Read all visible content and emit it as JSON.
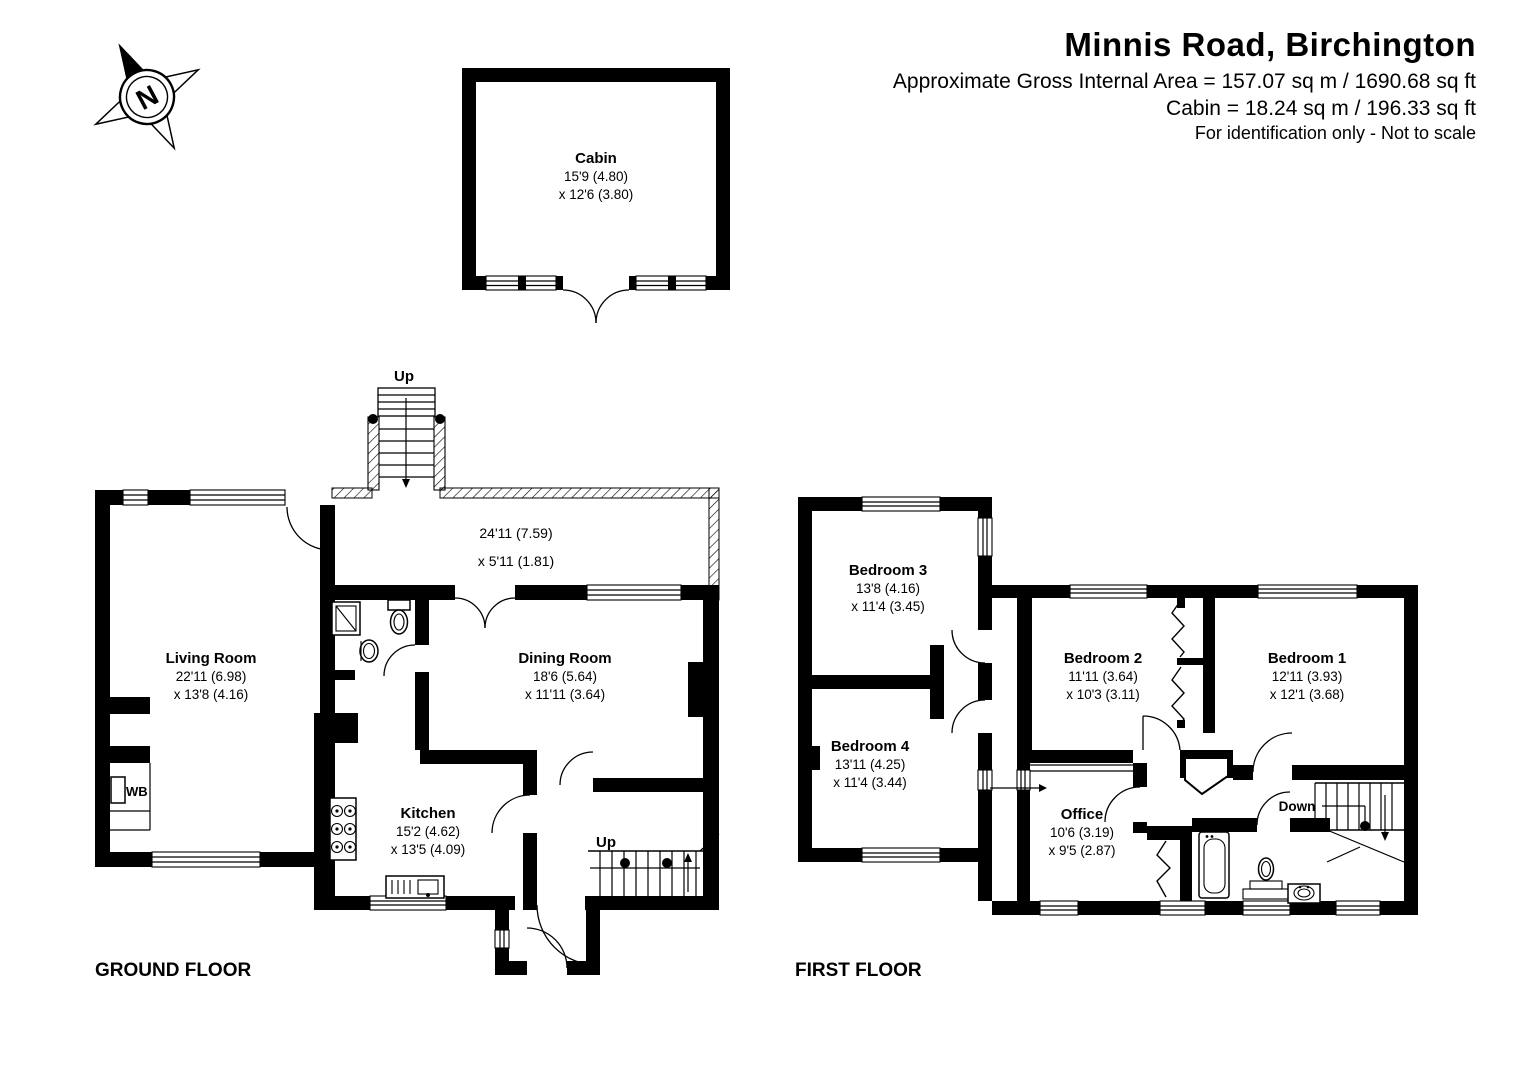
{
  "header": {
    "title": "Minnis Road, Birchington",
    "area_line": "Approximate Gross Internal Area = 157.07 sq m / 1690.68 sq ft",
    "cabin_area_line": "Cabin = 18.24 sq m / 196.33 sq ft",
    "disclaimer": "For identification only - Not to scale"
  },
  "compass": {
    "north_label": "N"
  },
  "cabin": {
    "name": "Cabin",
    "dim1": "15'9 (4.80)",
    "dim2": "x 12'6 (3.80)"
  },
  "ground_floor": {
    "label": "GROUND FLOOR",
    "hallway": {
      "dim1": "24'11 (7.59)",
      "dim2": "x 5'11 (1.81)"
    },
    "living_room": {
      "name": "Living Room",
      "dim1": "22'11 (6.98)",
      "dim2": "x 13'8 (4.16)"
    },
    "dining_room": {
      "name": "Dining Room",
      "dim1": "18'6 (5.64)",
      "dim2": "x 11'11 (3.64)"
    },
    "kitchen": {
      "name": "Kitchen",
      "dim1": "15'2 (4.62)",
      "dim2": "x 13'5 (4.09)"
    },
    "external_stairs_label": "Up",
    "stairs_label": "Up",
    "wood_burner_label": "WB"
  },
  "first_floor": {
    "label": "FIRST FLOOR",
    "bedroom1": {
      "name": "Bedroom 1",
      "dim1": "12'11 (3.93)",
      "dim2": "x 12'1 (3.68)"
    },
    "bedroom2": {
      "name": "Bedroom 2",
      "dim1": "11'11 (3.64)",
      "dim2": "x 10'3 (3.11)"
    },
    "bedroom3": {
      "name": "Bedroom 3",
      "dim1": "13'8 (4.16)",
      "dim2": "x 11'4 (3.45)"
    },
    "bedroom4": {
      "name": "Bedroom 4",
      "dim1": "13'11 (4.25)",
      "dim2": "x 11'4 (3.44)"
    },
    "office": {
      "name": "Office",
      "dim1": "10'6 (3.19)",
      "dim2": "x 9'5 (2.87)"
    },
    "stairs_label": "Down"
  }
}
